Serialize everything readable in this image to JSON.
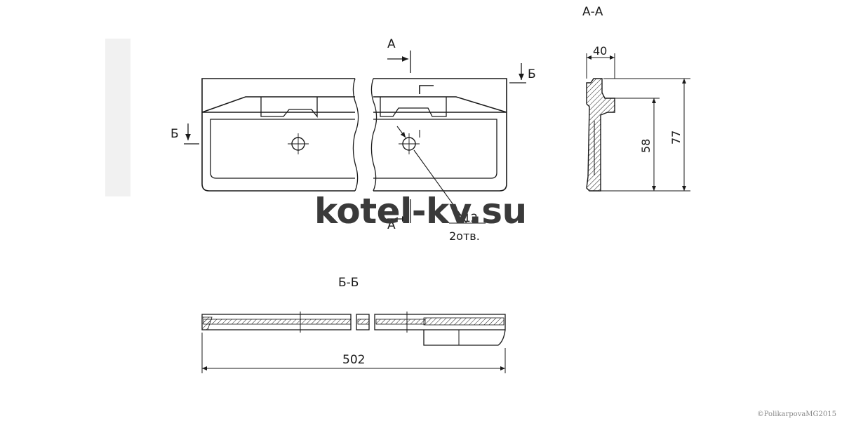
{
  "labels": {
    "section_a": "А-А",
    "section_b": "Б-Б",
    "cut_a": "А",
    "cut_b": "Б",
    "hole_note_line1": "Φ12",
    "hole_note_line2": "2отв.",
    "dim_length": "502",
    "dim_width": "40",
    "dim_height_inner": "58",
    "dim_height_total": "77"
  },
  "watermark": "kotel-kv.su",
  "copyright": "©PolikarpovaMG2015",
  "colors": {
    "ink": "#1a1a1a",
    "background": "#ffffff",
    "watermark": "#3a3a3a"
  }
}
